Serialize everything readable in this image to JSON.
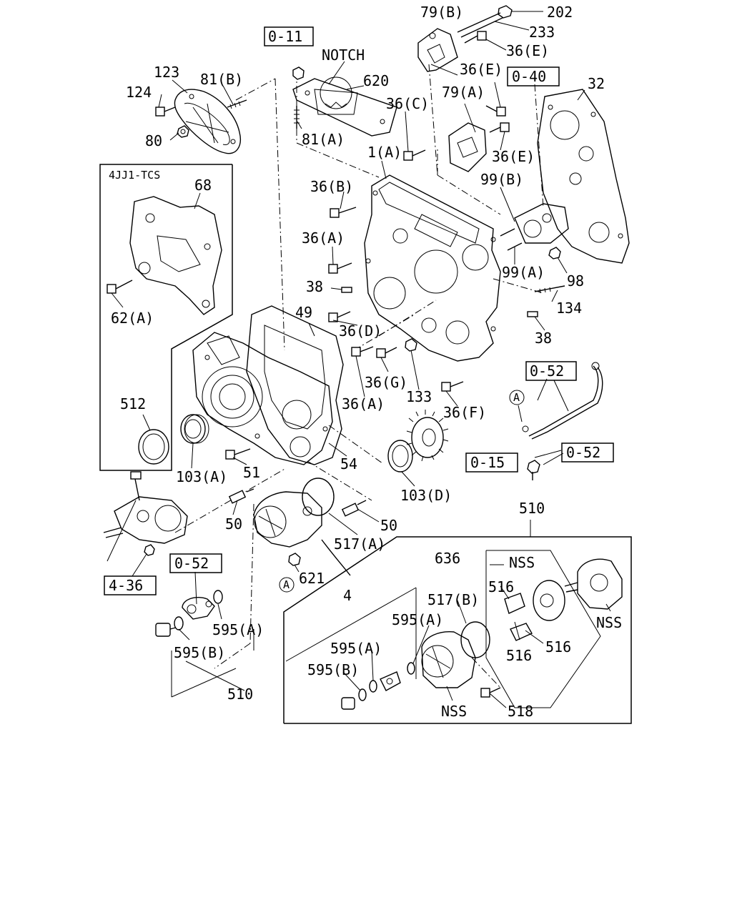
{
  "labels": {
    "notch": "NOTCH",
    "variant": "4JJ1-TCS",
    "p202": "202",
    "p233": "233",
    "p79b": "79(B)",
    "p36e_1": "36(E)",
    "p36e_2": "36(E)",
    "p36e_3": "36(E)",
    "p79a": "79(A)",
    "p36c": "36(C)",
    "p620": "620",
    "p123": "123",
    "p81b": "81(B)",
    "p124": "124",
    "p80": "80",
    "p81a": "81(A)",
    "p1a": "1(A)",
    "p32": "32",
    "p99b": "99(B)",
    "p99a": "99(A)",
    "p98": "98",
    "p134": "134",
    "p38_1": "38",
    "p38_2": "38",
    "p36b": "36(B)",
    "p36a_1": "36(A)",
    "p36a_2": "36(A)",
    "p36d": "36(D)",
    "p36g": "36(G)",
    "p133": "133",
    "p36f": "36(F)",
    "p68": "68",
    "p62a": "62(A)",
    "p512": "512",
    "p49": "49",
    "p54": "54",
    "p51": "51",
    "p103a": "103(A)",
    "p103d": "103(D)",
    "p50_1": "50",
    "p50_2": "50",
    "p517a": "517(A)",
    "p621": "621",
    "p510_1": "510",
    "p510_2": "510",
    "p636": "636",
    "p516_1": "516",
    "p516_2": "516",
    "p516_3": "516",
    "pnss_1": "NSS",
    "pnss_2": "NSS",
    "pnss_3": "NSS",
    "p4": "4",
    "p517b": "517(B)",
    "p595a_1": "595(A)",
    "p595a_2": "595(A)",
    "p595a_3": "595(A)",
    "p595b_1": "595(B)",
    "p595b_2": "595(B)",
    "p518": "518",
    "circle_a": "A"
  },
  "refs": {
    "r011": "0-11",
    "r040": "0-40",
    "r052_1": "0-52",
    "r052_2": "0-52",
    "r052_3": "0-52",
    "r015": "0-15",
    "r436": "4-36"
  }
}
